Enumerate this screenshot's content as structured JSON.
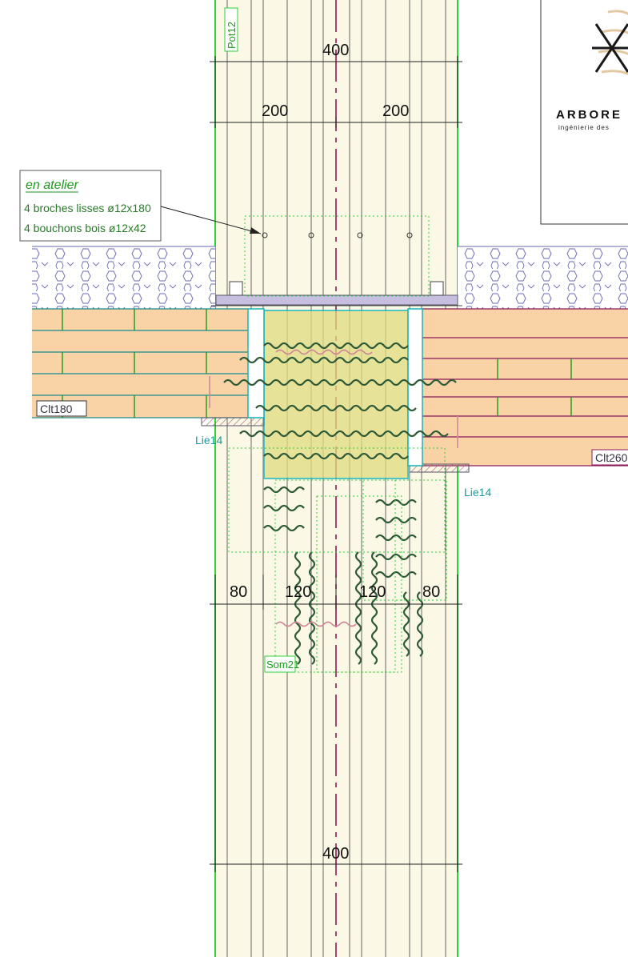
{
  "labels": {
    "post": "Pot12",
    "beam": "Som21",
    "clt_left": "Clt180",
    "clt_right": "Clt260",
    "lie_left": "Lie14",
    "lie_right": "Lie14"
  },
  "note": {
    "title": "en atelier",
    "line1": "4 broches lisses ø12x180",
    "line2": "4 bouchons bois ø12x42"
  },
  "dimensions": {
    "top_total": "400",
    "top_left": "200",
    "top_right": "200",
    "bottom_a": "80",
    "bottom_b": "120",
    "bottom_c": "120",
    "bottom_d": "80",
    "bottom_total": "400"
  },
  "logo": {
    "name": "ARBORE",
    "tagline": "ingénierie des"
  },
  "colors": {
    "timber": "#fbf8e6",
    "clt": "#f9d3a6",
    "green": "#2ed13a",
    "teal": "#16b5b5",
    "magenta": "#8a1a5a",
    "steel": "#c8bfe0"
  }
}
